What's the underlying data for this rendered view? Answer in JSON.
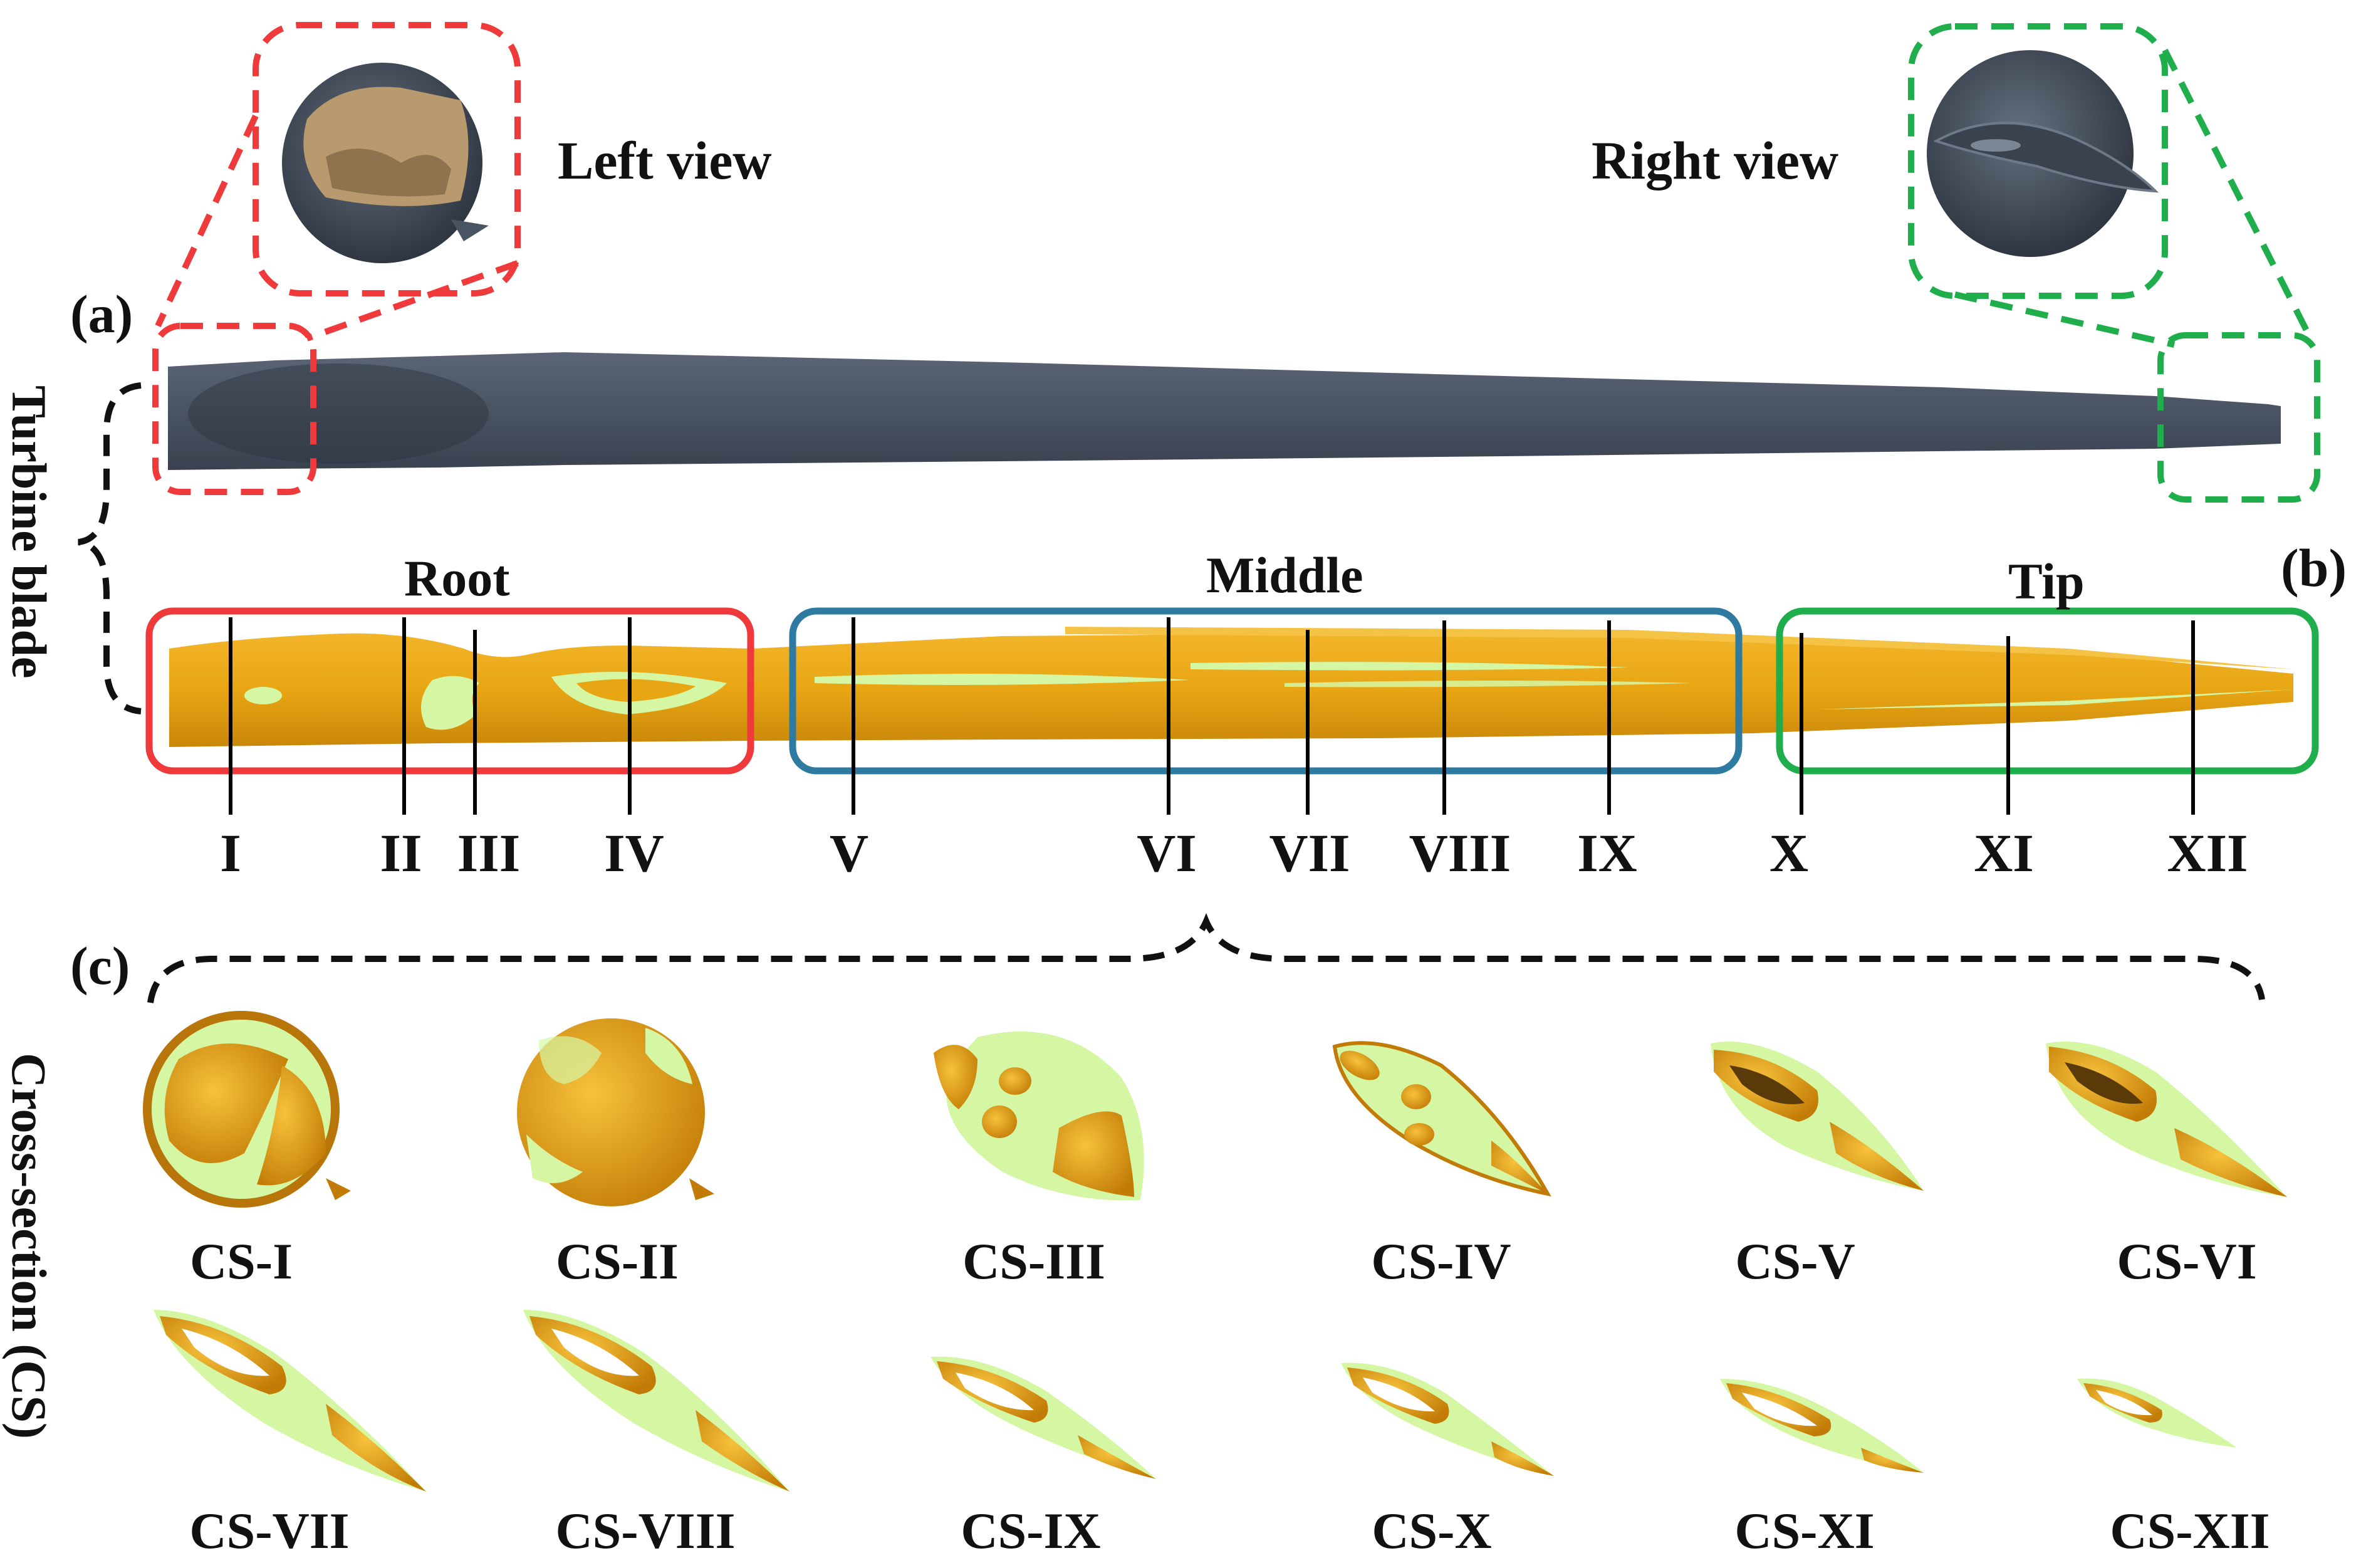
{
  "panel_labels": {
    "a": "(a)",
    "b": "(b)",
    "c": "(c)"
  },
  "views": {
    "left": "Left view",
    "right": "Right view"
  },
  "side_labels": {
    "blade": "Turbine blade",
    "cross": "Cross-section (CS)"
  },
  "regions": {
    "root": "Root",
    "middle": "Middle",
    "tip": "Tip"
  },
  "section_numerals": [
    "I",
    "II",
    "III",
    "IV",
    "V",
    "VI",
    "VII",
    "VIII",
    "IX",
    "X",
    "XI",
    "XII"
  ],
  "cs_labels": [
    "CS-I",
    "CS-II",
    "CS-III",
    "CS-IV",
    "CS-V",
    "CS-VI",
    "CS-VII",
    "CS-VIII",
    "CS-IX",
    "CS-X",
    "CS-XI",
    "CS-XII"
  ],
  "colors": {
    "blade_grey": "#4a5362",
    "blade_orange": "#e8a514",
    "cavity_green": "#d5f7a4",
    "root_box": "#ee3a3a",
    "middle_box": "#2e7aa0",
    "tip_box": "#1fae4b",
    "left_callout": "#ee3a3a",
    "right_callout": "#1fae4b"
  }
}
